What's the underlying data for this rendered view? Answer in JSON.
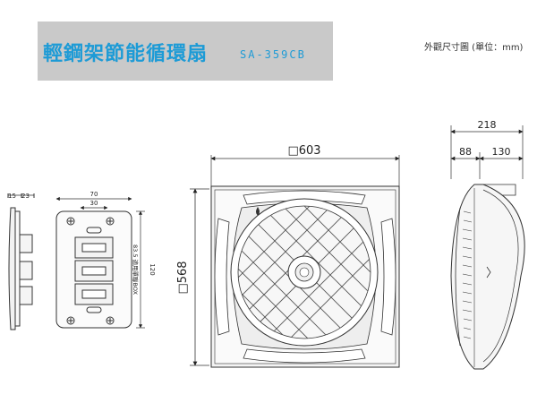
{
  "header": {
    "title": "輕鋼架節能循環扇",
    "model": "SA-359CB",
    "caption": "外觀尺寸圖 (單位：mm)"
  },
  "plate_side_view": {
    "dim_left": "15",
    "dim_right": "23"
  },
  "plate_front_view": {
    "dim_total_width": "70",
    "dim_hole_spacing": "30",
    "dim_height": "120",
    "dim_box_label": "83.5 適用單聯BOX"
  },
  "fan_front_view": {
    "dim_width": "□603",
    "dim_height": "□568"
  },
  "fan_side_view": {
    "dim_total": "218",
    "dim_upper": "88",
    "dim_lower": "130"
  }
}
